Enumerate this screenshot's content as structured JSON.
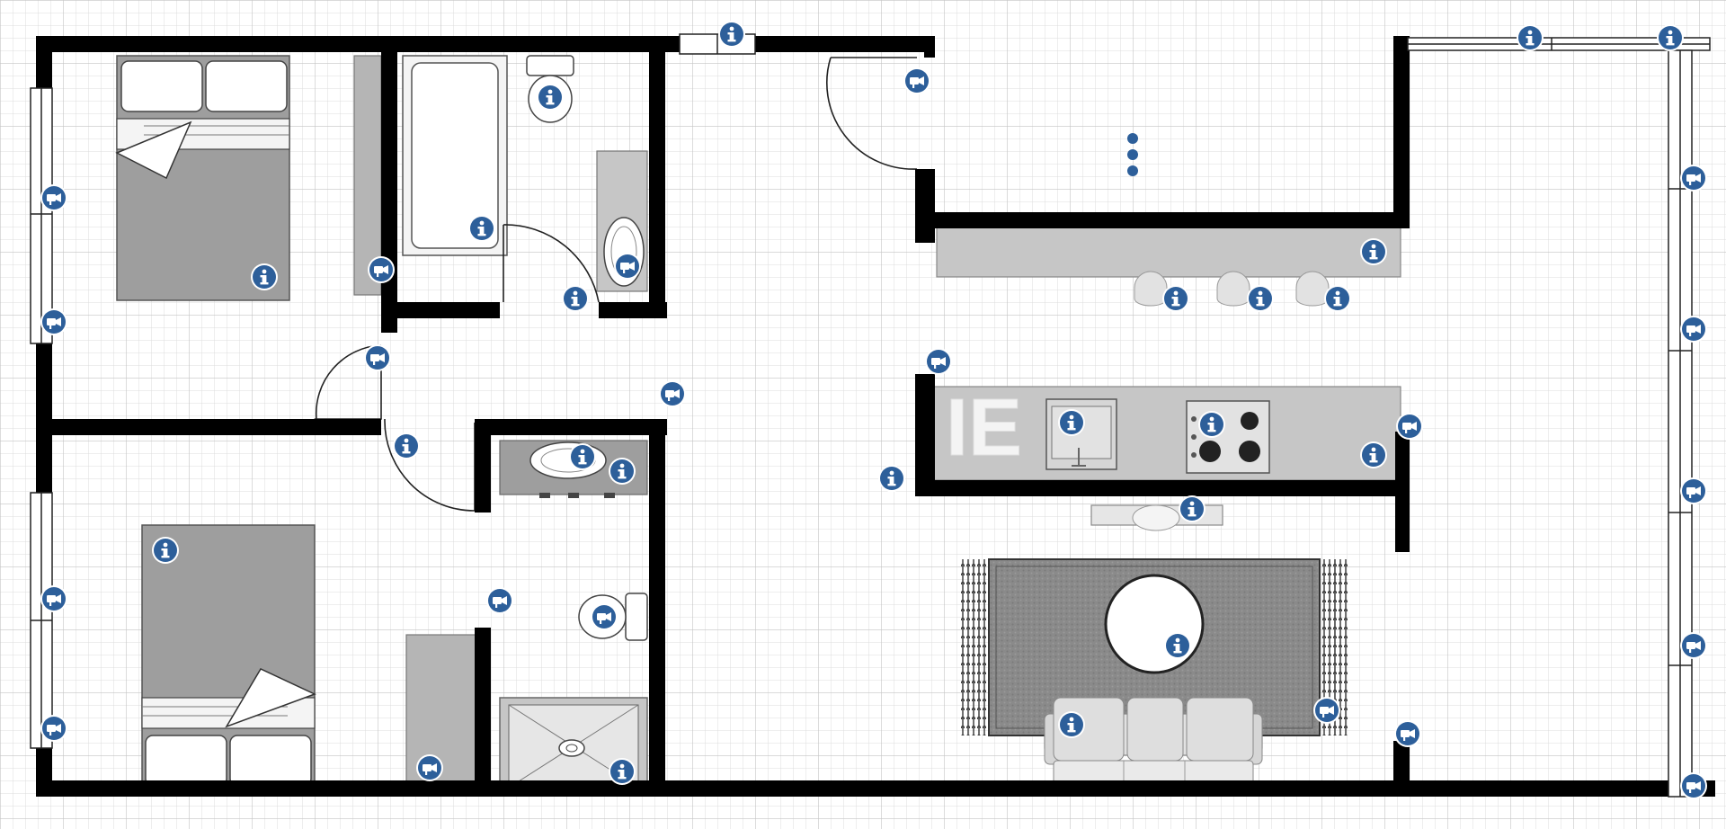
{
  "plan": {
    "watermark": "IE"
  },
  "colors": {
    "wall": "#000000",
    "furniture": "#9e9e9e",
    "furniture_light": "#c6c6c6",
    "grid_fine": "#dcdcdc",
    "grid_bold": "#c4c4c4",
    "hotspot": "#2d5f9a",
    "hotspot_ring": "#ffffff"
  },
  "hotspot_types": {
    "info": "info-icon",
    "view": "camera-view-icon"
  },
  "hotspots": [
    {
      "id": "window-top-hall",
      "type": "info"
    },
    {
      "id": "balcony-top-1",
      "type": "info"
    },
    {
      "id": "balcony-top-2",
      "type": "info"
    },
    {
      "id": "entry-door",
      "type": "view"
    },
    {
      "id": "toilet-bath",
      "type": "info"
    },
    {
      "id": "bathtub",
      "type": "info"
    },
    {
      "id": "sink-bath",
      "type": "view"
    },
    {
      "id": "bathroom-door",
      "type": "info"
    },
    {
      "id": "wardrobe-bed1",
      "type": "view"
    },
    {
      "id": "bed-1",
      "type": "info"
    },
    {
      "id": "window-bed1-a",
      "type": "view"
    },
    {
      "id": "window-bed1-b",
      "type": "view"
    },
    {
      "id": "bed1-door",
      "type": "view"
    },
    {
      "id": "hall",
      "type": "view"
    },
    {
      "id": "bed2-door",
      "type": "info"
    },
    {
      "id": "sink-wc",
      "type": "info"
    },
    {
      "id": "vanity-wc",
      "type": "info"
    },
    {
      "id": "window-bed2-a",
      "type": "view"
    },
    {
      "id": "window-bed2-b",
      "type": "view"
    },
    {
      "id": "bed-2",
      "type": "info"
    },
    {
      "id": "wc-door",
      "type": "view"
    },
    {
      "id": "toilet-wc",
      "type": "view"
    },
    {
      "id": "wardrobe-bed2",
      "type": "view"
    },
    {
      "id": "shower",
      "type": "info"
    },
    {
      "id": "bar-counter",
      "type": "info"
    },
    {
      "id": "stool-1",
      "type": "info"
    },
    {
      "id": "stool-2",
      "type": "info"
    },
    {
      "id": "stool-3",
      "type": "info"
    },
    {
      "id": "kitchen-entry",
      "type": "view"
    },
    {
      "id": "kitchen-sink",
      "type": "info"
    },
    {
      "id": "cooktop",
      "type": "info"
    },
    {
      "id": "kitchen-counter",
      "type": "info"
    },
    {
      "id": "living-entry",
      "type": "info"
    },
    {
      "id": "tv-stand",
      "type": "info"
    },
    {
      "id": "coffee-table",
      "type": "info"
    },
    {
      "id": "sofa",
      "type": "info"
    },
    {
      "id": "rug",
      "type": "view"
    },
    {
      "id": "living-view-1",
      "type": "view"
    },
    {
      "id": "living-view-2",
      "type": "view"
    },
    {
      "id": "window-east-1",
      "type": "view"
    },
    {
      "id": "window-east-2",
      "type": "view"
    },
    {
      "id": "window-east-3",
      "type": "view"
    },
    {
      "id": "window-east-4",
      "type": "view"
    },
    {
      "id": "window-east-5",
      "type": "view"
    }
  ]
}
